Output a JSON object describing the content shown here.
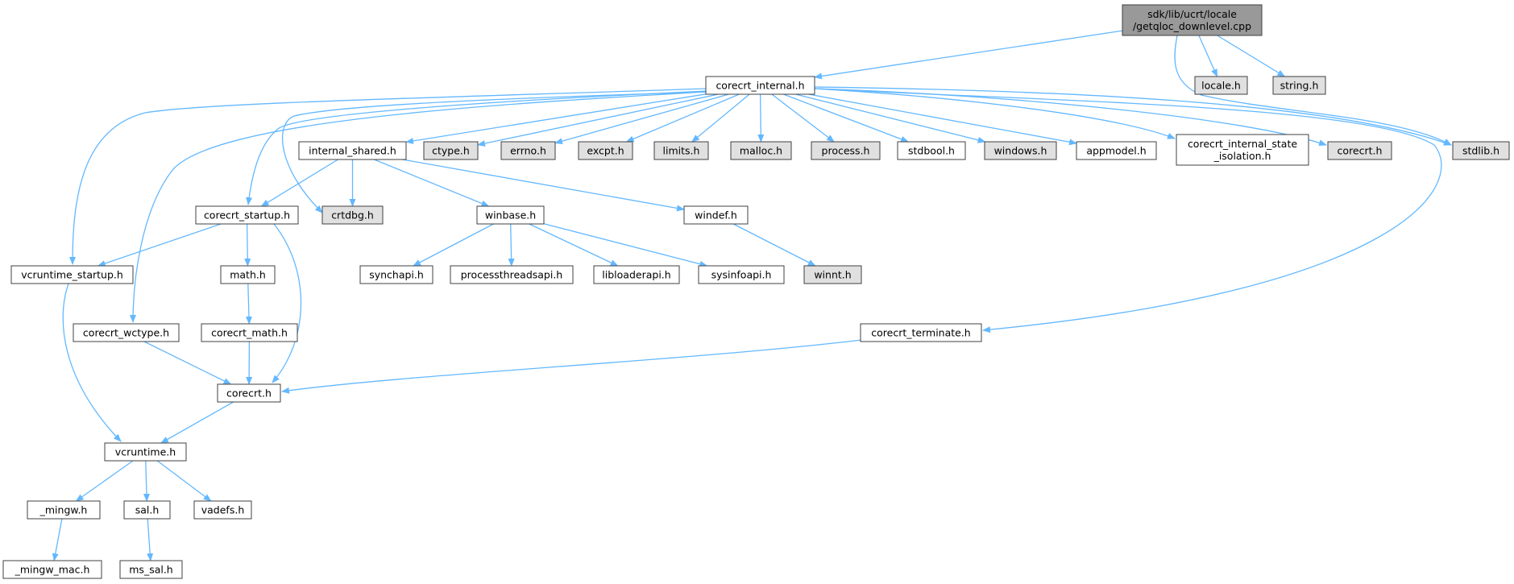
{
  "colors": {
    "edge": "#63b8ff",
    "root_fill": "#999999",
    "external_fill": "#e0e0e0",
    "documented_fill": "#ffffff",
    "border": "#404040"
  },
  "nodes": [
    {
      "id": "root",
      "lines": [
        "sdk/lib/ucrt/locale",
        "/getqloc_downlevel.cpp"
      ],
      "style": "root"
    },
    {
      "id": "corecrt_internal",
      "lines": [
        "corecrt_internal.h"
      ],
      "style": "documented"
    },
    {
      "id": "locale",
      "lines": [
        "locale.h"
      ],
      "style": "external"
    },
    {
      "id": "string",
      "lines": [
        "string.h"
      ],
      "style": "external"
    },
    {
      "id": "internal_shared",
      "lines": [
        "internal_shared.h"
      ],
      "style": "documented"
    },
    {
      "id": "ctype",
      "lines": [
        "ctype.h"
      ],
      "style": "external"
    },
    {
      "id": "errno",
      "lines": [
        "errno.h"
      ],
      "style": "external"
    },
    {
      "id": "excpt",
      "lines": [
        "excpt.h"
      ],
      "style": "external"
    },
    {
      "id": "limits",
      "lines": [
        "limits.h"
      ],
      "style": "external"
    },
    {
      "id": "malloc",
      "lines": [
        "malloc.h"
      ],
      "style": "external"
    },
    {
      "id": "process",
      "lines": [
        "process.h"
      ],
      "style": "external"
    },
    {
      "id": "stdbool",
      "lines": [
        "stdbool.h"
      ],
      "style": "documented"
    },
    {
      "id": "windows",
      "lines": [
        "windows.h"
      ],
      "style": "external"
    },
    {
      "id": "appmodel",
      "lines": [
        "appmodel.h"
      ],
      "style": "documented"
    },
    {
      "id": "corecrt_internal_state",
      "lines": [
        "corecrt_internal_state",
        "_isolation.h"
      ],
      "style": "documented"
    },
    {
      "id": "corecrt_ext",
      "lines": [
        "corecrt.h"
      ],
      "style": "external"
    },
    {
      "id": "stdlib",
      "lines": [
        "stdlib.h"
      ],
      "style": "external"
    },
    {
      "id": "corecrt_startup",
      "lines": [
        "corecrt_startup.h"
      ],
      "style": "documented"
    },
    {
      "id": "crtdbg",
      "lines": [
        "crtdbg.h"
      ],
      "style": "external"
    },
    {
      "id": "winbase",
      "lines": [
        "winbase.h"
      ],
      "style": "documented"
    },
    {
      "id": "windef",
      "lines": [
        "windef.h"
      ],
      "style": "documented"
    },
    {
      "id": "vcruntime_startup",
      "lines": [
        "vcruntime_startup.h"
      ],
      "style": "documented"
    },
    {
      "id": "math",
      "lines": [
        "math.h"
      ],
      "style": "documented"
    },
    {
      "id": "synchapi",
      "lines": [
        "synchapi.h"
      ],
      "style": "documented"
    },
    {
      "id": "processthreadsapi",
      "lines": [
        "processthreadsapi.h"
      ],
      "style": "documented"
    },
    {
      "id": "libloaderapi",
      "lines": [
        "libloaderapi.h"
      ],
      "style": "documented"
    },
    {
      "id": "sysinfoapi",
      "lines": [
        "sysinfoapi.h"
      ],
      "style": "documented"
    },
    {
      "id": "winnt",
      "lines": [
        "winnt.h"
      ],
      "style": "external"
    },
    {
      "id": "corecrt_wctype",
      "lines": [
        "corecrt_wctype.h"
      ],
      "style": "documented"
    },
    {
      "id": "corecrt_math",
      "lines": [
        "corecrt_math.h"
      ],
      "style": "documented"
    },
    {
      "id": "corecrt_terminate",
      "lines": [
        "corecrt_terminate.h"
      ],
      "style": "documented"
    },
    {
      "id": "corecrt",
      "lines": [
        "corecrt.h"
      ],
      "style": "documented"
    },
    {
      "id": "vcruntime",
      "lines": [
        "vcruntime.h"
      ],
      "style": "documented"
    },
    {
      "id": "mingw",
      "lines": [
        "_mingw.h"
      ],
      "style": "documented"
    },
    {
      "id": "sal",
      "lines": [
        "sal.h"
      ],
      "style": "documented"
    },
    {
      "id": "vadefs",
      "lines": [
        "vadefs.h"
      ],
      "style": "documented"
    },
    {
      "id": "mingw_mac",
      "lines": [
        "_mingw_mac.h"
      ],
      "style": "documented"
    },
    {
      "id": "ms_sal",
      "lines": [
        "ms_sal.h"
      ],
      "style": "documented"
    }
  ],
  "edges": [
    [
      "root",
      "corecrt_internal"
    ],
    [
      "root",
      "locale"
    ],
    [
      "root",
      "string"
    ],
    [
      "root",
      "stdlib"
    ],
    [
      "corecrt_internal",
      "internal_shared"
    ],
    [
      "corecrt_internal",
      "ctype"
    ],
    [
      "corecrt_internal",
      "errno"
    ],
    [
      "corecrt_internal",
      "excpt"
    ],
    [
      "corecrt_internal",
      "limits"
    ],
    [
      "corecrt_internal",
      "malloc"
    ],
    [
      "corecrt_internal",
      "process"
    ],
    [
      "corecrt_internal",
      "stdbool"
    ],
    [
      "corecrt_internal",
      "windows"
    ],
    [
      "corecrt_internal",
      "appmodel"
    ],
    [
      "corecrt_internal",
      "corecrt_internal_state"
    ],
    [
      "corecrt_internal",
      "corecrt_ext"
    ],
    [
      "corecrt_internal",
      "stdlib"
    ],
    [
      "corecrt_internal",
      "crtdbg"
    ],
    [
      "corecrt_internal",
      "corecrt_startup"
    ],
    [
      "corecrt_internal",
      "vcruntime_startup"
    ],
    [
      "corecrt_internal",
      "corecrt_wctype"
    ],
    [
      "corecrt_internal",
      "corecrt_terminate"
    ],
    [
      "internal_shared",
      "corecrt_startup"
    ],
    [
      "internal_shared",
      "crtdbg"
    ],
    [
      "internal_shared",
      "winbase"
    ],
    [
      "internal_shared",
      "windef"
    ],
    [
      "corecrt_startup",
      "vcruntime_startup"
    ],
    [
      "corecrt_startup",
      "math"
    ],
    [
      "corecrt_startup",
      "corecrt"
    ],
    [
      "winbase",
      "synchapi"
    ],
    [
      "winbase",
      "processthreadsapi"
    ],
    [
      "winbase",
      "libloaderapi"
    ],
    [
      "winbase",
      "sysinfoapi"
    ],
    [
      "windef",
      "winnt"
    ],
    [
      "vcruntime_startup",
      "vcruntime"
    ],
    [
      "math",
      "corecrt_math"
    ],
    [
      "corecrt_math",
      "corecrt"
    ],
    [
      "corecrt_wctype",
      "corecrt"
    ],
    [
      "corecrt_terminate",
      "corecrt"
    ],
    [
      "corecrt",
      "vcruntime"
    ],
    [
      "vcruntime",
      "mingw"
    ],
    [
      "vcruntime",
      "sal"
    ],
    [
      "vcruntime",
      "vadefs"
    ],
    [
      "mingw",
      "mingw_mac"
    ],
    [
      "sal",
      "ms_sal"
    ]
  ]
}
